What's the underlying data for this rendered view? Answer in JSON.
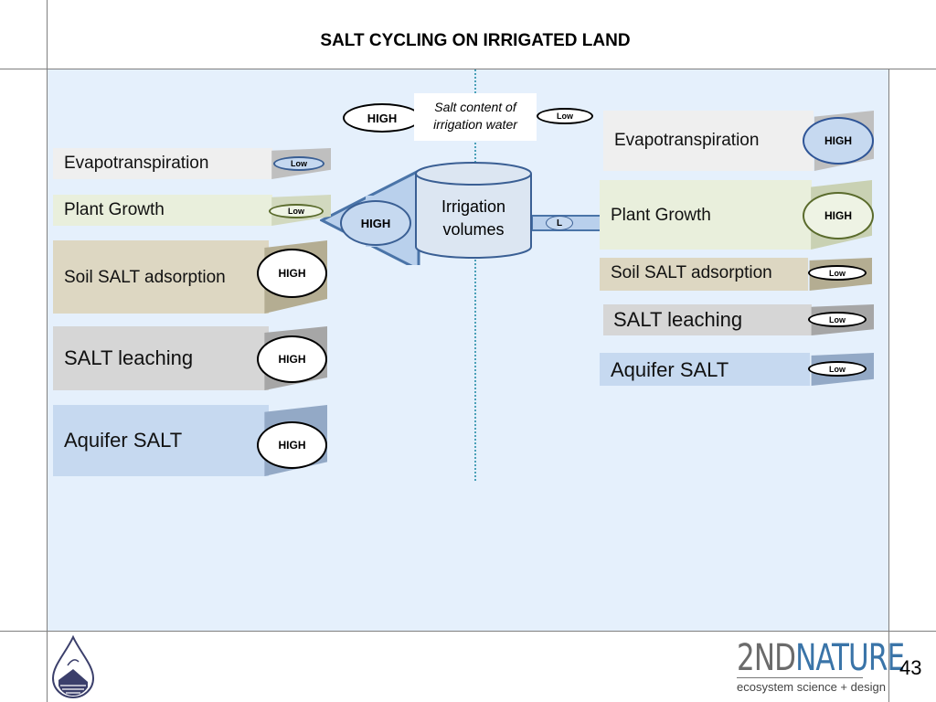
{
  "title": "SALT CYCLING ON IRRIGATED LAND",
  "page_number": "43",
  "center": {
    "salt_content_label": "Salt content of irrigation water",
    "salt_content_high": "HIGH",
    "salt_content_low": "Low",
    "tank_label_line1": "Irrigation",
    "tank_label_line2": "volumes",
    "left_arrow_label": "HIGH",
    "right_arrow_label": "L"
  },
  "left": [
    {
      "label": "Evapotranspiration",
      "level": "Low"
    },
    {
      "label": "Plant Growth",
      "level": "Low"
    },
    {
      "label": "Soil SALT adsorption",
      "level": "HIGH"
    },
    {
      "label": "SALT leaching",
      "level": "HIGH"
    },
    {
      "label": "Aquifer SALT",
      "level": "HIGH"
    }
  ],
  "right": [
    {
      "label": "Evapotranspiration",
      "level": "HIGH"
    },
    {
      "label": "Plant Growth",
      "level": "HIGH"
    },
    {
      "label": "Soil SALT adsorption",
      "level": "Low"
    },
    {
      "label": "SALT leaching",
      "level": "Low"
    },
    {
      "label": "Aquifer SALT",
      "level": "Low"
    }
  ],
  "logo": {
    "brand_a": "2ND",
    "brand_b": "NATURE",
    "tagline": "ecosystem science + design"
  },
  "colors": {
    "panel_bg": "#e5f0fc",
    "evap_face": "#efefef",
    "growth_face": "#e9efdc",
    "soil_face": "#ddd7c2",
    "leach_face": "#d6d6d6",
    "aquifer_face": "#c6d9f0",
    "brand_dark": "#6b6b6b",
    "brand_blue": "#3a74a8"
  }
}
